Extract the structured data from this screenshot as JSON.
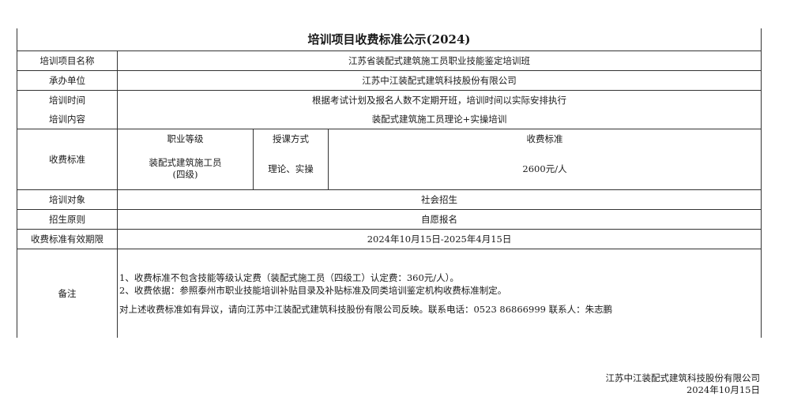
{
  "title": "培训项目收费标准公示(2024)",
  "rows": {
    "project_label": "培训项目名称",
    "project_value": "江苏省装配式建筑施工员职业技能鉴定培训班",
    "org_label": "承办单位",
    "org_value": "江苏中江装配式建筑科技股份有限公司",
    "time_label": "培训时间",
    "time_value": "根据考试计划及报名人数不定期开班，培训时间以实际安排执行",
    "content_label": "培训内容",
    "content_value": "装配式建筑施工员理论+实操培训",
    "fee_label": "收费标准",
    "fee_sub_headers": [
      "职业等级",
      "授课方式",
      "收费标准"
    ],
    "fee_level_line1": "装配式建筑施工员",
    "fee_level_line2": "(四级)",
    "fee_method": "理论、实操",
    "fee_amount": "2600元/人",
    "target_label": "培训对象",
    "target_value": "社会招生",
    "enroll_label": "招生原则",
    "enroll_value": "自愿报名",
    "valid_label": "收费标准有效期限",
    "valid_value": "2024年10月15日-2025年4月15日",
    "notes_label": "备注",
    "notes": [
      "1、收费标准不包含技能等级认定费（装配式施工员（四级工）认定费：360元/人）。",
      "2、收费依据：参照泰州市职业技能培训补贴目录及补贴标准及同类培训鉴定机构收费标准制定。",
      "对上述收费标准如有异议，请向江苏中江装配式建筑科技股份有限公司反映。联系电话：0523 86866999   联系人：朱志鹏"
    ]
  },
  "footer": {
    "company": "江苏中江装配式建筑科技股份有限公司",
    "date": "2024年10月15日"
  }
}
